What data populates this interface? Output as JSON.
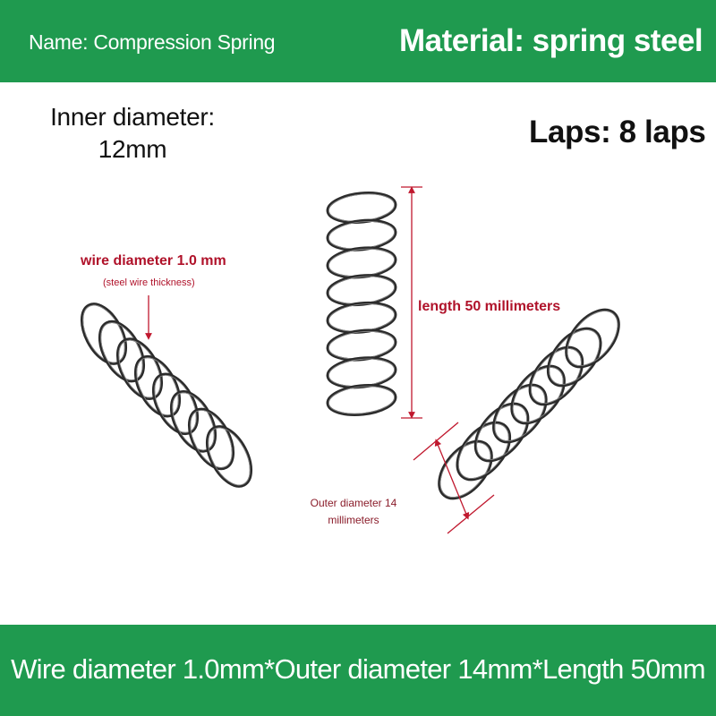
{
  "header": {
    "name": "Name: Compression Spring",
    "material": "Material: spring steel"
  },
  "specs": {
    "inner_diameter": "Inner diameter: 12mm",
    "laps": "Laps: 8 laps"
  },
  "annotations": {
    "wire_diameter": "wire diameter 1.0 mm",
    "wire_note": "(steel wire thickness)",
    "length": "length 50 millimeters",
    "outer_diameter": "Outer diameter 14 millimeters"
  },
  "footer": {
    "summary": "Wire diameter 1.0mm*Outer diameter 14mm*Length 50mm"
  },
  "colors": {
    "band": "#1f9a4f",
    "annotation": "#b0122a",
    "spring": "#2b2b2b"
  }
}
